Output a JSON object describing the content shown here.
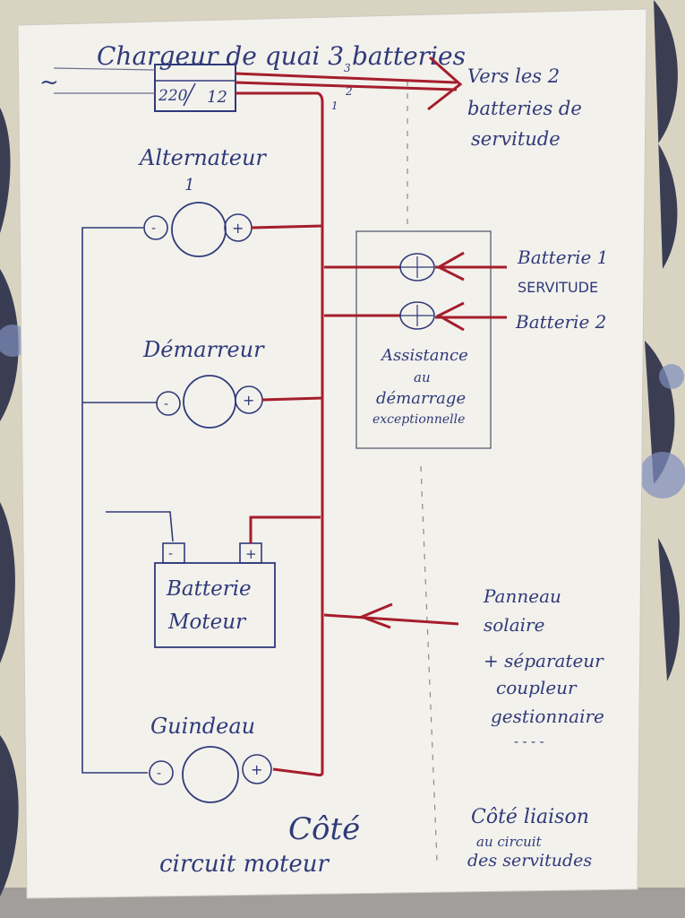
{
  "diagram": {
    "charger": {
      "title": "Chargeur de quai 3 batteries",
      "input_symbol": "~",
      "voltage_in": "220",
      "voltage_out": "12",
      "outputs": [
        "3",
        "2",
        "1"
      ]
    },
    "destination_note": [
      "Vers les 2",
      "batteries de",
      "servitude"
    ],
    "components": {
      "alternator": {
        "label": "Alternateur",
        "number": "1",
        "minus": "-",
        "plus": "+"
      },
      "starter": {
        "label": "Démarreur",
        "minus": "-",
        "plus": "+"
      },
      "engine_battery": {
        "line1": "Batterie",
        "line2": "Moteur",
        "minus": "-",
        "plus": "+"
      },
      "windlass": {
        "label": "Guindeau",
        "minus": "-",
        "plus": "+"
      }
    },
    "assist_box": {
      "lines": [
        "Assistance",
        "au",
        "démarrage",
        "exceptionnelle"
      ],
      "battery1": {
        "line1": "Batterie 1",
        "line2": "SERVITUDE"
      },
      "battery2": "Batterie 2"
    },
    "solar_note": [
      "Panneau",
      "solaire",
      "+ séparateur",
      "coupleur",
      "gestionnaire",
      "- - - -"
    ],
    "side_labels": {
      "engine": [
        "Côté",
        "circuit moteur"
      ],
      "service": [
        "Côté liaison",
        "au circuit",
        "des servitudes"
      ]
    }
  }
}
